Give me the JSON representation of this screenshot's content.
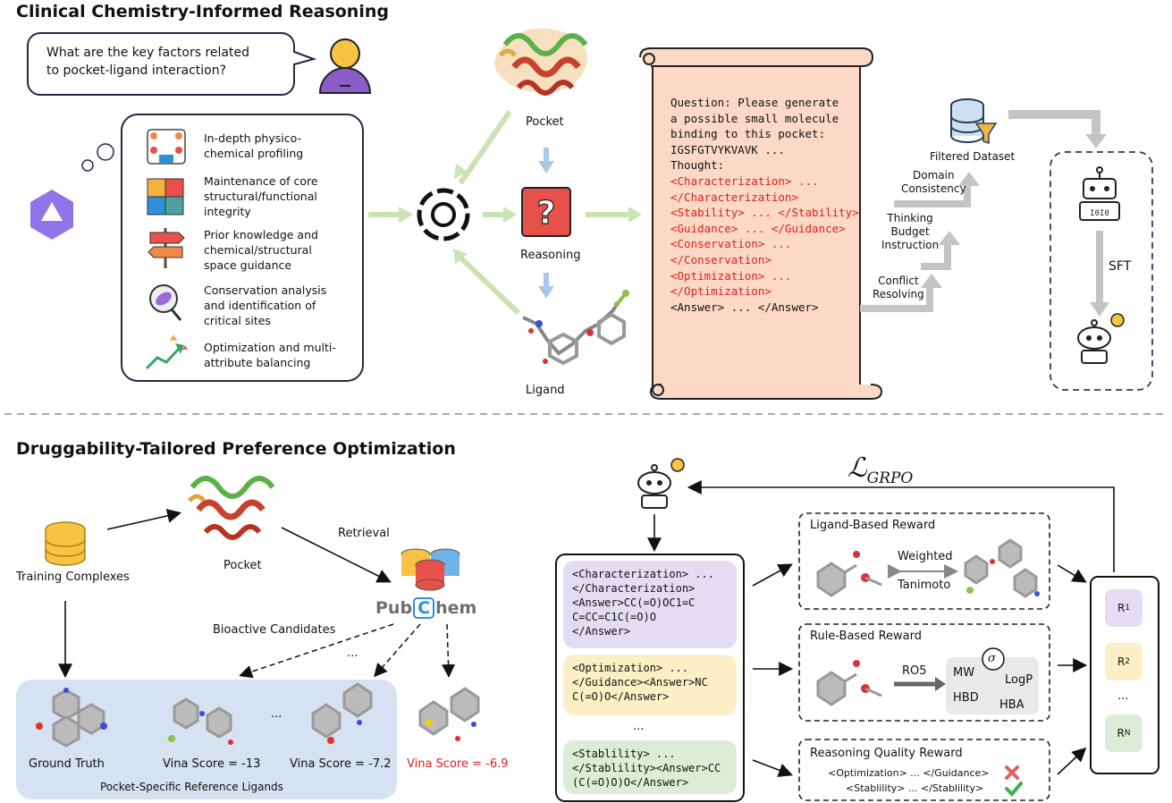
{
  "top": {
    "title": "Clinical Chemistry-Informed Reasoning",
    "question_line1": "What are the key factors related",
    "question_line2": "to pocket-ligand interaction?",
    "factors": [
      "In-depth physico-\nchemical profiling",
      "Maintenance of core\nstructural/functional\nintegrity",
      "Prior knowledge and\nchemical/structural\nspace guidance",
      "Conservation analysis\nand identification of\ncritical sites",
      "Optimization and multi-\nattribute balancing"
    ],
    "pocket_label": "Pocket",
    "reasoning_label": "Reasoning",
    "ligand_label": "Ligand",
    "scroll_lines": [
      {
        "text": "Question: Please generate",
        "color": "black"
      },
      {
        "text": "a possible small molecule",
        "color": "black"
      },
      {
        "text": "binding to this pocket:",
        "color": "black"
      },
      {
        "text": "IGSFGTVYKVAVK ...",
        "color": "black"
      },
      {
        "text": "Thought:",
        "color": "black"
      },
      {
        "text": "<Characterization> ...",
        "color": "red"
      },
      {
        "text": "</Characterization>",
        "color": "red"
      },
      {
        "text": "<Stability> ... </Stability>",
        "color": "red"
      },
      {
        "text": "<Guidance> ... </Guidance>",
        "color": "red"
      },
      {
        "text": "<Conservation> ...",
        "color": "red"
      },
      {
        "text": "</Conservation>",
        "color": "red"
      },
      {
        "text": "<Optimization> ...",
        "color": "red"
      },
      {
        "text": "</Optimization>",
        "color": "red"
      },
      {
        "text": "<Answer> ... </Answer>",
        "color": "black"
      }
    ],
    "filters": [
      "Conflict\nResolving",
      "Thinking\nBudget\nInstruction",
      "Domain\nConsistency"
    ],
    "filtered_dataset": "Filtered Dataset",
    "sft": "SFT"
  },
  "bottom": {
    "title": "Druggability-Tailored Preference Optimization",
    "training_complexes": "Training Complexes",
    "pocket_label": "Pocket",
    "retrieval": "Retrieval",
    "pubchem_left": "Pub",
    "pubchem_mid": "C",
    "pubchem_right": "hem",
    "bioactive": "Bioactive Candidates",
    "dots": "...",
    "ground_truth": "Ground Truth",
    "vina1": "Vina Score = -13",
    "vina2": "Vina Score = -7.2",
    "vina3": "Vina Score = -6.9",
    "reference_panel": "Pocket-Specific Reference Ligands",
    "loss_main": "ℒ",
    "loss_sub": "GRPO",
    "responses": [
      "<Characterization> ...\n</Characterization>\n<Answer>CC(=O)OC1=C\nC=CC=C1C(=O)O\n</Answer>",
      "<Optimization> ...\n</Guidance><Answer>NC\nC(=O)O</Answer>",
      "<Stablility> ...\n</Stablility><Answer>CC\n(C(=O)O)O</Answer>"
    ],
    "ligand_reward": "Ligand-Based Reward",
    "weighted": "Weighted",
    "tanimoto": "Tanimoto",
    "rule_reward": "Rule-Based Reward",
    "ro5": "RO5",
    "sigma": "σ",
    "mw": "MW",
    "logp": "LogP",
    "hbd": "HBD",
    "hba": "HBA",
    "quality_reward": "Reasoning Quality Reward",
    "quality_line1": "<Optimization> ... </Guidance>",
    "quality_line2": "<Stablility> ... </Stablility>",
    "r_labels": [
      "R",
      "R",
      "R"
    ],
    "r_subs": [
      "1",
      "2",
      "N"
    ]
  },
  "colors": {
    "green_arrow": "#c9e3b4",
    "gray_arrow": "#c4c4c4",
    "scroll_fill": "#fbd9c6",
    "reasoning_red": "#e8504a",
    "blue_arrow": "#a9c7e6",
    "ref_panel": "#d6e1f1",
    "purple_box": "#e4dcf2",
    "yellow_box": "#fcefc6",
    "green_box": "#dcecd6"
  }
}
